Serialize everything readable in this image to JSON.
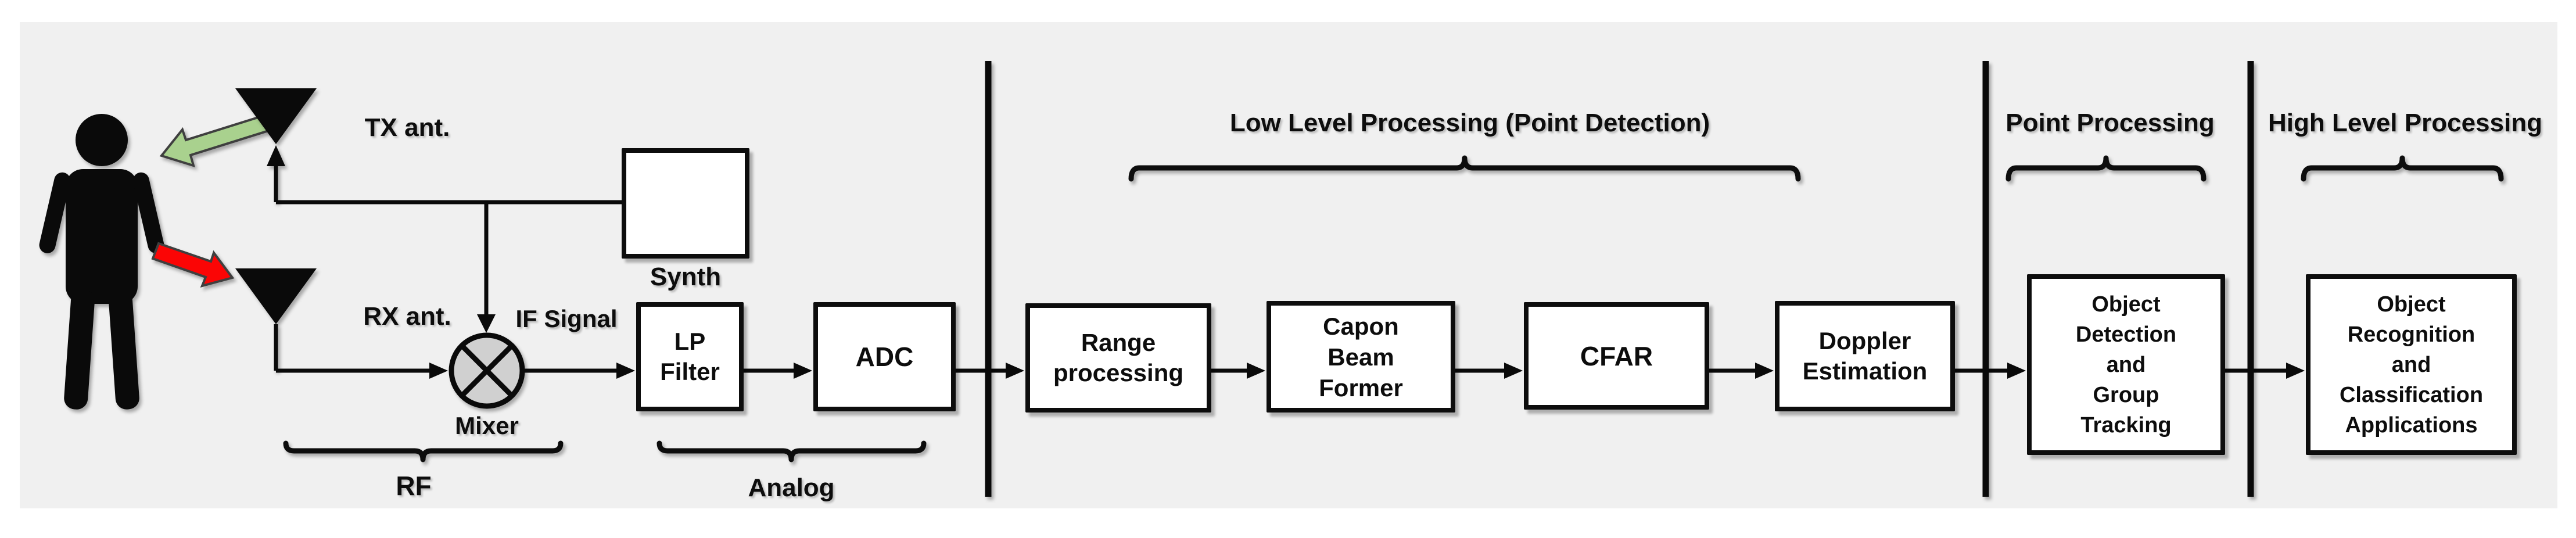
{
  "diagram": {
    "front_end": {
      "tx_label": "TX ant.",
      "rx_label": "RX ant.",
      "if_label": "IF Signal",
      "mixer_label": "Mixer",
      "synth_label": "Synth"
    },
    "chain": {
      "lp_filter": {
        "lines": [
          "LP",
          "Filter"
        ]
      },
      "adc": {
        "lines": [
          "ADC"
        ]
      },
      "range": {
        "lines": [
          "Range",
          "processing"
        ]
      },
      "capon": {
        "lines": [
          "Capon",
          "Beam",
          "Former"
        ]
      },
      "cfar": {
        "lines": [
          "CFAR"
        ]
      },
      "doppler": {
        "lines": [
          "Doppler",
          "Estimation"
        ]
      },
      "object_detection": {
        "lines": [
          "Object",
          "Detection",
          "and",
          "Group",
          "Tracking"
        ]
      },
      "object_recognition": {
        "lines": [
          "Object",
          "Recognition",
          "and",
          "Classification",
          "Applications"
        ]
      }
    },
    "sections": {
      "rf": "RF",
      "analog": "Analog",
      "low_level": "Low Level Processing (Point Detection)",
      "point": "Point Processing",
      "high_level": "High Level Processing"
    },
    "colors": {
      "background": "#f0f0f0",
      "box_fill": "#ffffff",
      "stroke": "#0d0d0d",
      "mixer_fill": "#d0d0d0",
      "tx_beam_green": "#a9d18e",
      "rx_beam_red": "#fb0505"
    }
  }
}
